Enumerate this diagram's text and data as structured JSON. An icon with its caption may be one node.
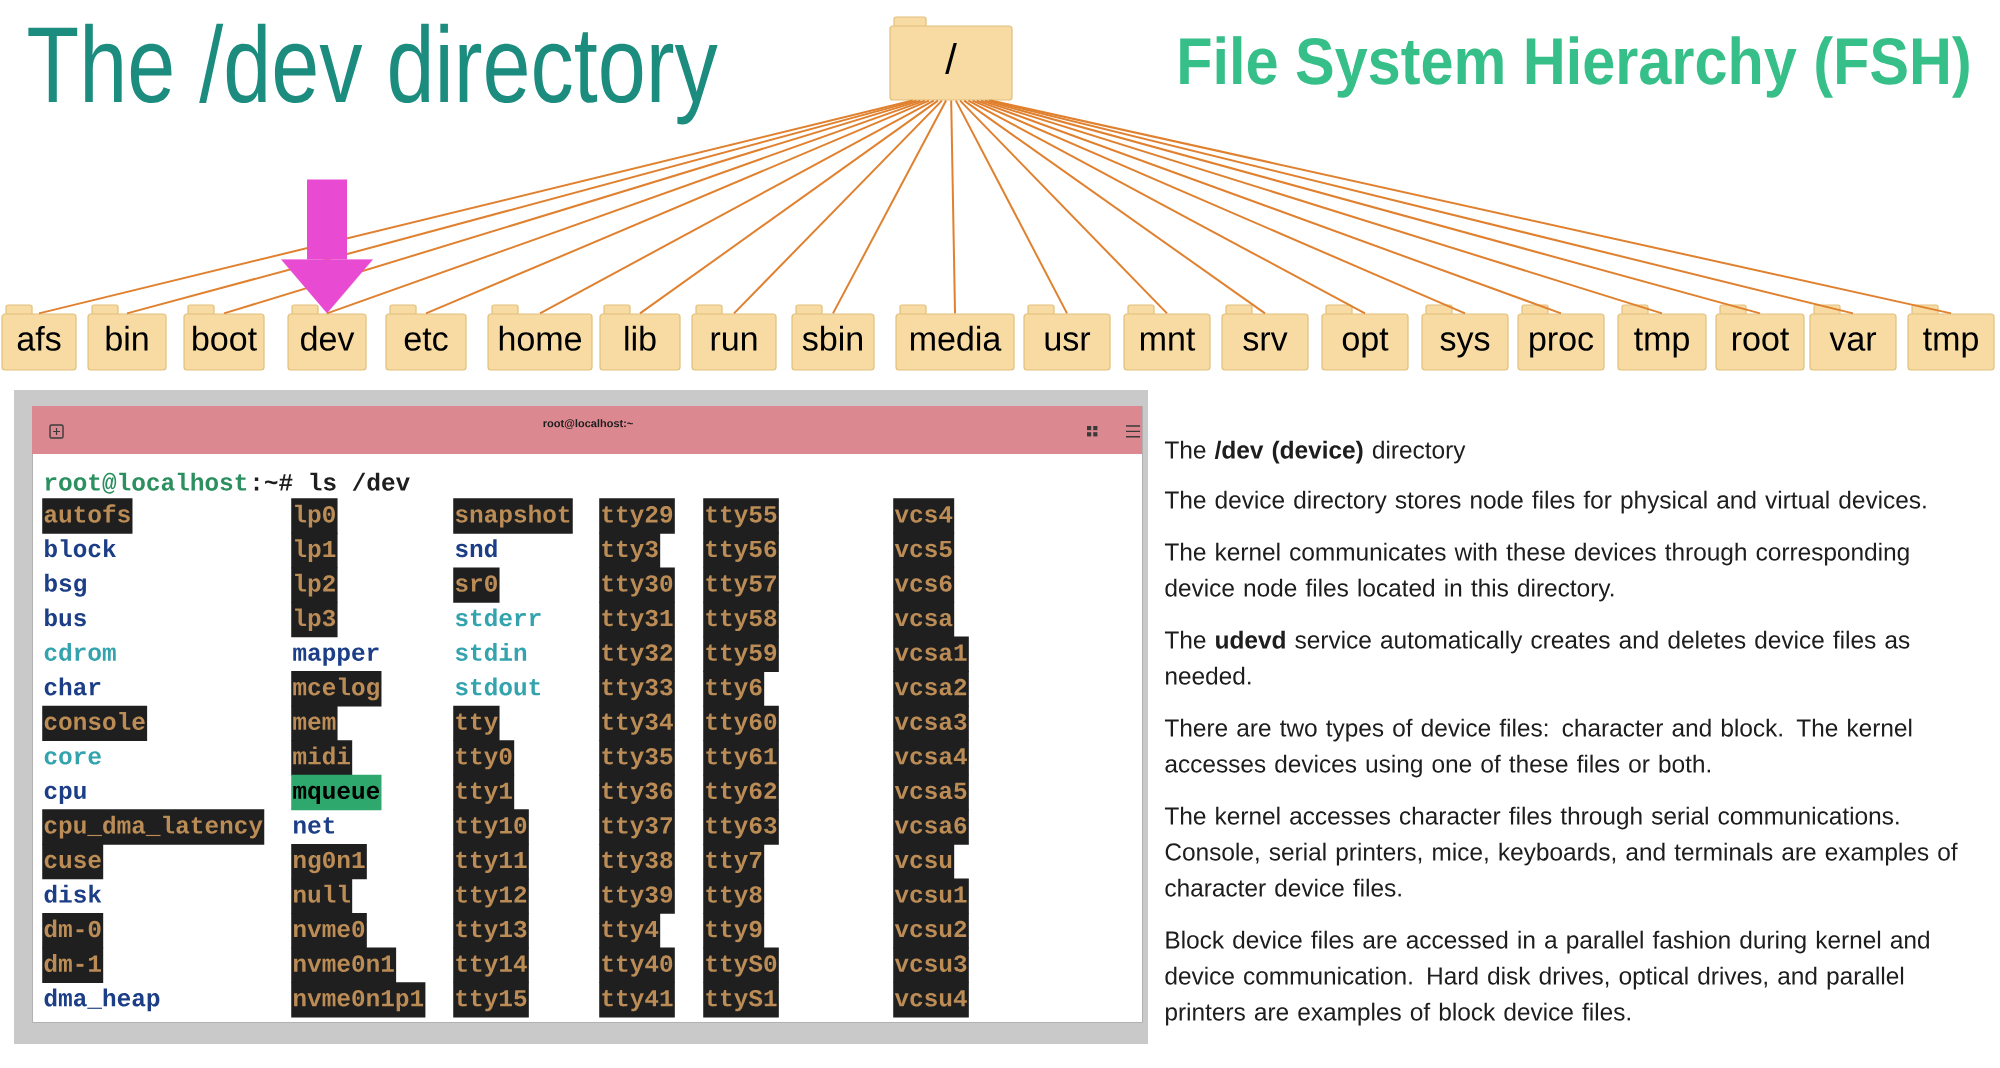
{
  "diagram": {
    "title": "The /dev directory",
    "nodes": [
      {
        "text": [
          "/"
        ]
      },
      {
        "text": [
          "afs"
        ]
      },
      {
        "text": [
          "bin"
        ]
      },
      {
        "text": [
          "boot"
        ]
      },
      {
        "text": [
          "dev"
        ]
      },
      {
        "text": [
          "etc"
        ]
      },
      {
        "text": [
          "home"
        ]
      },
      {
        "text": [
          "lib"
        ]
      },
      {
        "text": [
          "run"
        ]
      },
      {
        "text": [
          "sbin"
        ]
      },
      {
        "text": [
          "media"
        ]
      },
      {
        "text": [
          "usr"
        ]
      },
      {
        "text": [
          "mnt"
        ]
      },
      {
        "text": [
          "srv"
        ]
      },
      {
        "text": [
          "opt"
        ]
      },
      {
        "text": [
          "sys"
        ]
      },
      {
        "text": [
          "proc"
        ]
      },
      {
        "text": [
          "tmp"
        ]
      },
      {
        "text": [
          "root"
        ]
      },
      {
        "text": [
          "var"
        ]
      },
      {
        "text": [
          "tmp"
        ]
      },
      {
        "text": [
          "root@localhost:~",
          "root@localhost",
          ":~# ls /dev",
          "autofs",
          "lp0",
          "snapshot",
          "tty29",
          "tty55",
          "vcs4",
          "block",
          "lp1",
          "snd",
          "tty3",
          "tty56",
          "vcs5",
          "bsg",
          "lp2",
          "sr0",
          "tty30",
          "tty57",
          "vcs6",
          "bus",
          "lp3",
          "stderr",
          "tty31",
          "tty58",
          "vcsa",
          "cdrom",
          "mapper",
          "stdin",
          "tty32",
          "tty59",
          "vcsa1",
          "char",
          "mcelog",
          "stdout",
          "tty33",
          "tty6",
          "vcsa2",
          "console",
          "mem",
          "tty",
          "tty34",
          "tty60",
          "vcsa3",
          "core",
          "midi",
          "tty0",
          "tty35",
          "tty61",
          "vcsa4",
          "cpu",
          "mqueue",
          "tty1",
          "tty36",
          "tty62",
          "vcsa5",
          "cpu_dma_latency",
          "net",
          "tty10",
          "tty37",
          "tty63",
          "vcsa6",
          "cuse",
          "ng0n1",
          "tty11",
          "tty38",
          "tty7",
          "vcsu",
          "disk",
          "null",
          "tty12",
          "tty39",
          "tty8",
          "vcsu1",
          "dm-0",
          "nvme0",
          "tty13",
          "tty4",
          "tty9",
          "vcsu2",
          "dm-1",
          "nvme0n1",
          "tty14",
          "tty40",
          "ttyS0",
          "vcsu3",
          "dma_heap",
          "nvme0n1p1",
          "tty15",
          "tty41",
          "ttyS1",
          "vcsu4"
        ]
      }
    ],
    "edges": [
      {
        "from": 0,
        "to": 1,
        "arrow": "none"
      },
      {
        "from": 0,
        "to": 2,
        "arrow": "none"
      },
      {
        "from": 0,
        "to": 3,
        "arrow": "none"
      },
      {
        "from": 0,
        "to": 4,
        "arrow": "none"
      },
      {
        "from": 0,
        "to": 5,
        "arrow": "none"
      },
      {
        "from": 0,
        "to": 6,
        "arrow": "none"
      },
      {
        "from": 0,
        "to": 7,
        "arrow": "none"
      },
      {
        "from": 0,
        "to": 8,
        "arrow": "none"
      },
      {
        "from": 0,
        "to": 9,
        "arrow": "none"
      },
      {
        "from": 0,
        "to": 10,
        "arrow": "none"
      },
      {
        "from": 0,
        "to": 11,
        "arrow": "none"
      },
      {
        "from": 0,
        "to": 12,
        "arrow": "none"
      },
      {
        "from": 0,
        "to": 13,
        "arrow": "none"
      },
      {
        "from": 0,
        "to": 14,
        "arrow": "none"
      },
      {
        "from": 0,
        "to": 15,
        "arrow": "none"
      },
      {
        "from": 0,
        "to": 16,
        "arrow": "none"
      },
      {
        "from": 0,
        "to": 17,
        "arrow": "none"
      },
      {
        "from": 0,
        "to": 18,
        "arrow": "none"
      },
      {
        "from": 0,
        "to": 19,
        "arrow": "none"
      },
      {
        "from": 0,
        "to": 20,
        "arrow": "none"
      },
      {
        "from": null,
        "to": 4,
        "arrow": "to",
        "style": "thick",
        "color": "#e94ad2"
      }
    ],
    "labels": [
      "File System Hierarchy (FSH)",
      "The **/dev (device)** directory",
      "The device directory stores node files for physical and virtual devices.",
      "The kernel communicates with these devices through corresponding device node files located in this directory.",
      "The **udevd** service automatically creates and deletes device files as needed.",
      "There are two types of device files: character and block. The kernel accesses devices using one of these files or both.",
      "The kernel accesses character files through serial communications. Console, serial printers, mice, keyboards, and terminals are examples of character device files.",
      "Block device files are accessed in a parallel fashion during kernel and device communication. Hard disk drives, optical drives, and parallel printers are examples of block device files."
    ]
  }
}
